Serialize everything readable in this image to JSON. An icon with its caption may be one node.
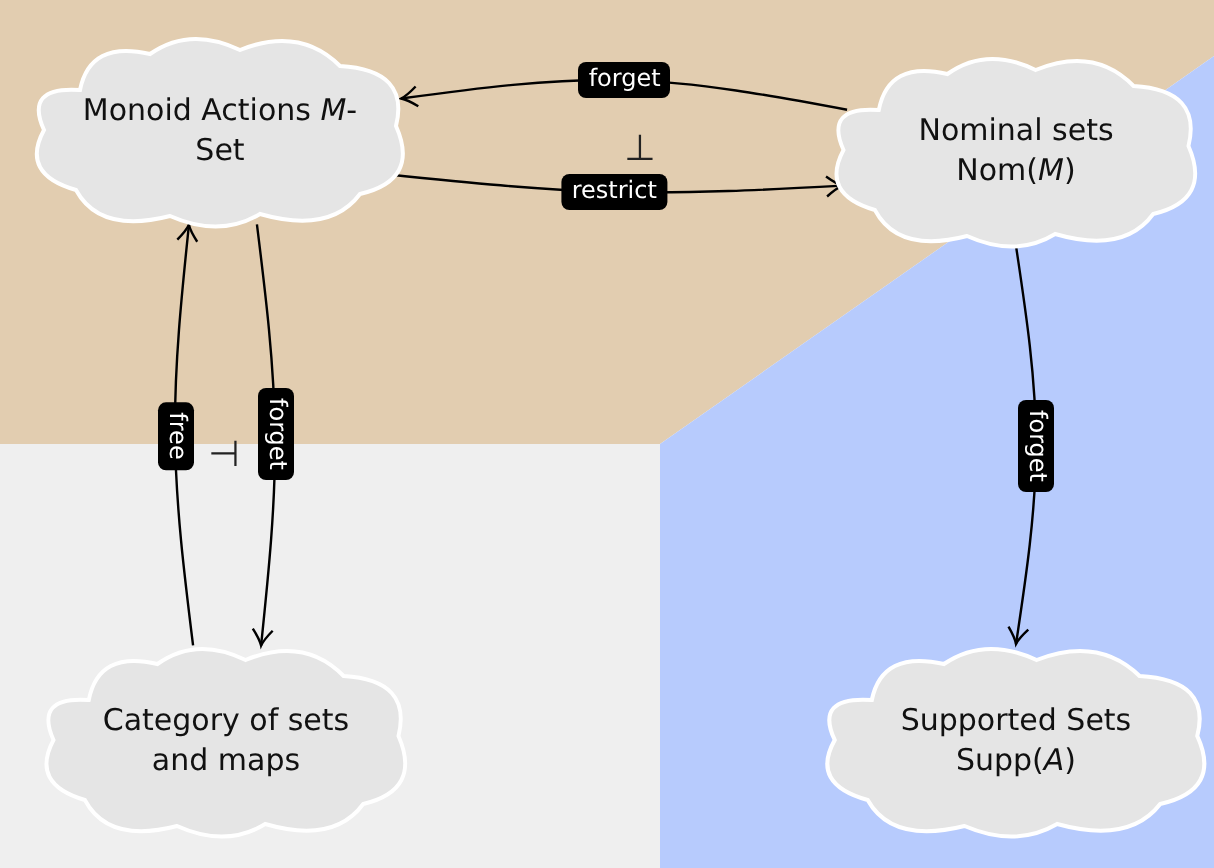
{
  "diagram": {
    "nodes": [
      {
        "text": [
          "Monoid Actions *M*-Set"
        ]
      },
      {
        "text": [
          "Nominal sets Nom(*M*)"
        ]
      },
      {
        "text": [
          "Category of sets and maps"
        ]
      },
      {
        "text": [
          "Supported Sets Supp(*A*)"
        ]
      }
    ],
    "edges": [
      {
        "from": 1,
        "to": 0,
        "arrow": "to",
        "label": "forget"
      },
      {
        "from": 0,
        "to": 1,
        "arrow": "to",
        "label": "restrict"
      },
      {
        "from": 2,
        "to": 0,
        "arrow": "to",
        "label": "free"
      },
      {
        "from": 0,
        "to": 2,
        "arrow": "to",
        "label": "forget"
      },
      {
        "from": 1,
        "to": 3,
        "arrow": "to",
        "label": "forget"
      }
    ],
    "labels": [
      "⊥",
      "⊣"
    ]
  }
}
